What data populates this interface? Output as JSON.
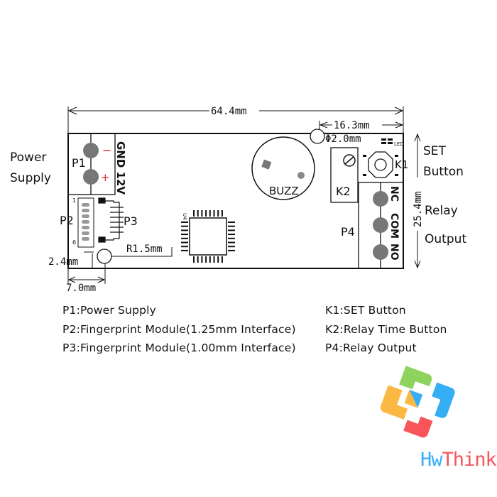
{
  "dimensions": {
    "width": "64.4mm",
    "height": "25.4mm",
    "right_offset": "16.3mm",
    "hole_dia": "Φ2.0mm",
    "corner_radius": "R1.5mm",
    "hole_y": "2.4mm",
    "hole_x": "7.0mm"
  },
  "side_labels": {
    "power_1": "Power",
    "power_2": "Supply",
    "set_1": "SET",
    "set_2": "Button",
    "relay_1": "Relay",
    "relay_2": "Output"
  },
  "board": {
    "p1": "P1",
    "p2": "P2",
    "p3": "P3",
    "p4": "P4",
    "k1": "K1",
    "k2": "K2",
    "buzz": "BUZZ",
    "gnd_12v": "GND 12V",
    "minus": "−",
    "plus": "+",
    "led": "LED",
    "u4": "U4",
    "nc": "NC",
    "com": "COM",
    "no": "NO",
    "pin1": "1",
    "pin6": "6"
  },
  "legend": {
    "left": [
      "P1:Power Supply",
      "P2:Fingerprint Module(1.25mm Interface)",
      "P3:Fingerprint Module(1.00mm Interface)"
    ],
    "right": [
      "K1:SET Button",
      "K2:Relay Time Button",
      "P4:Relay Output"
    ]
  },
  "logo": {
    "brand_a": "Hw",
    "brand_b": "Thinker",
    "colors": {
      "green": "#8fd35f",
      "blue": "#35aef5",
      "orange": "#fbb843",
      "red": "#f7555a"
    }
  }
}
